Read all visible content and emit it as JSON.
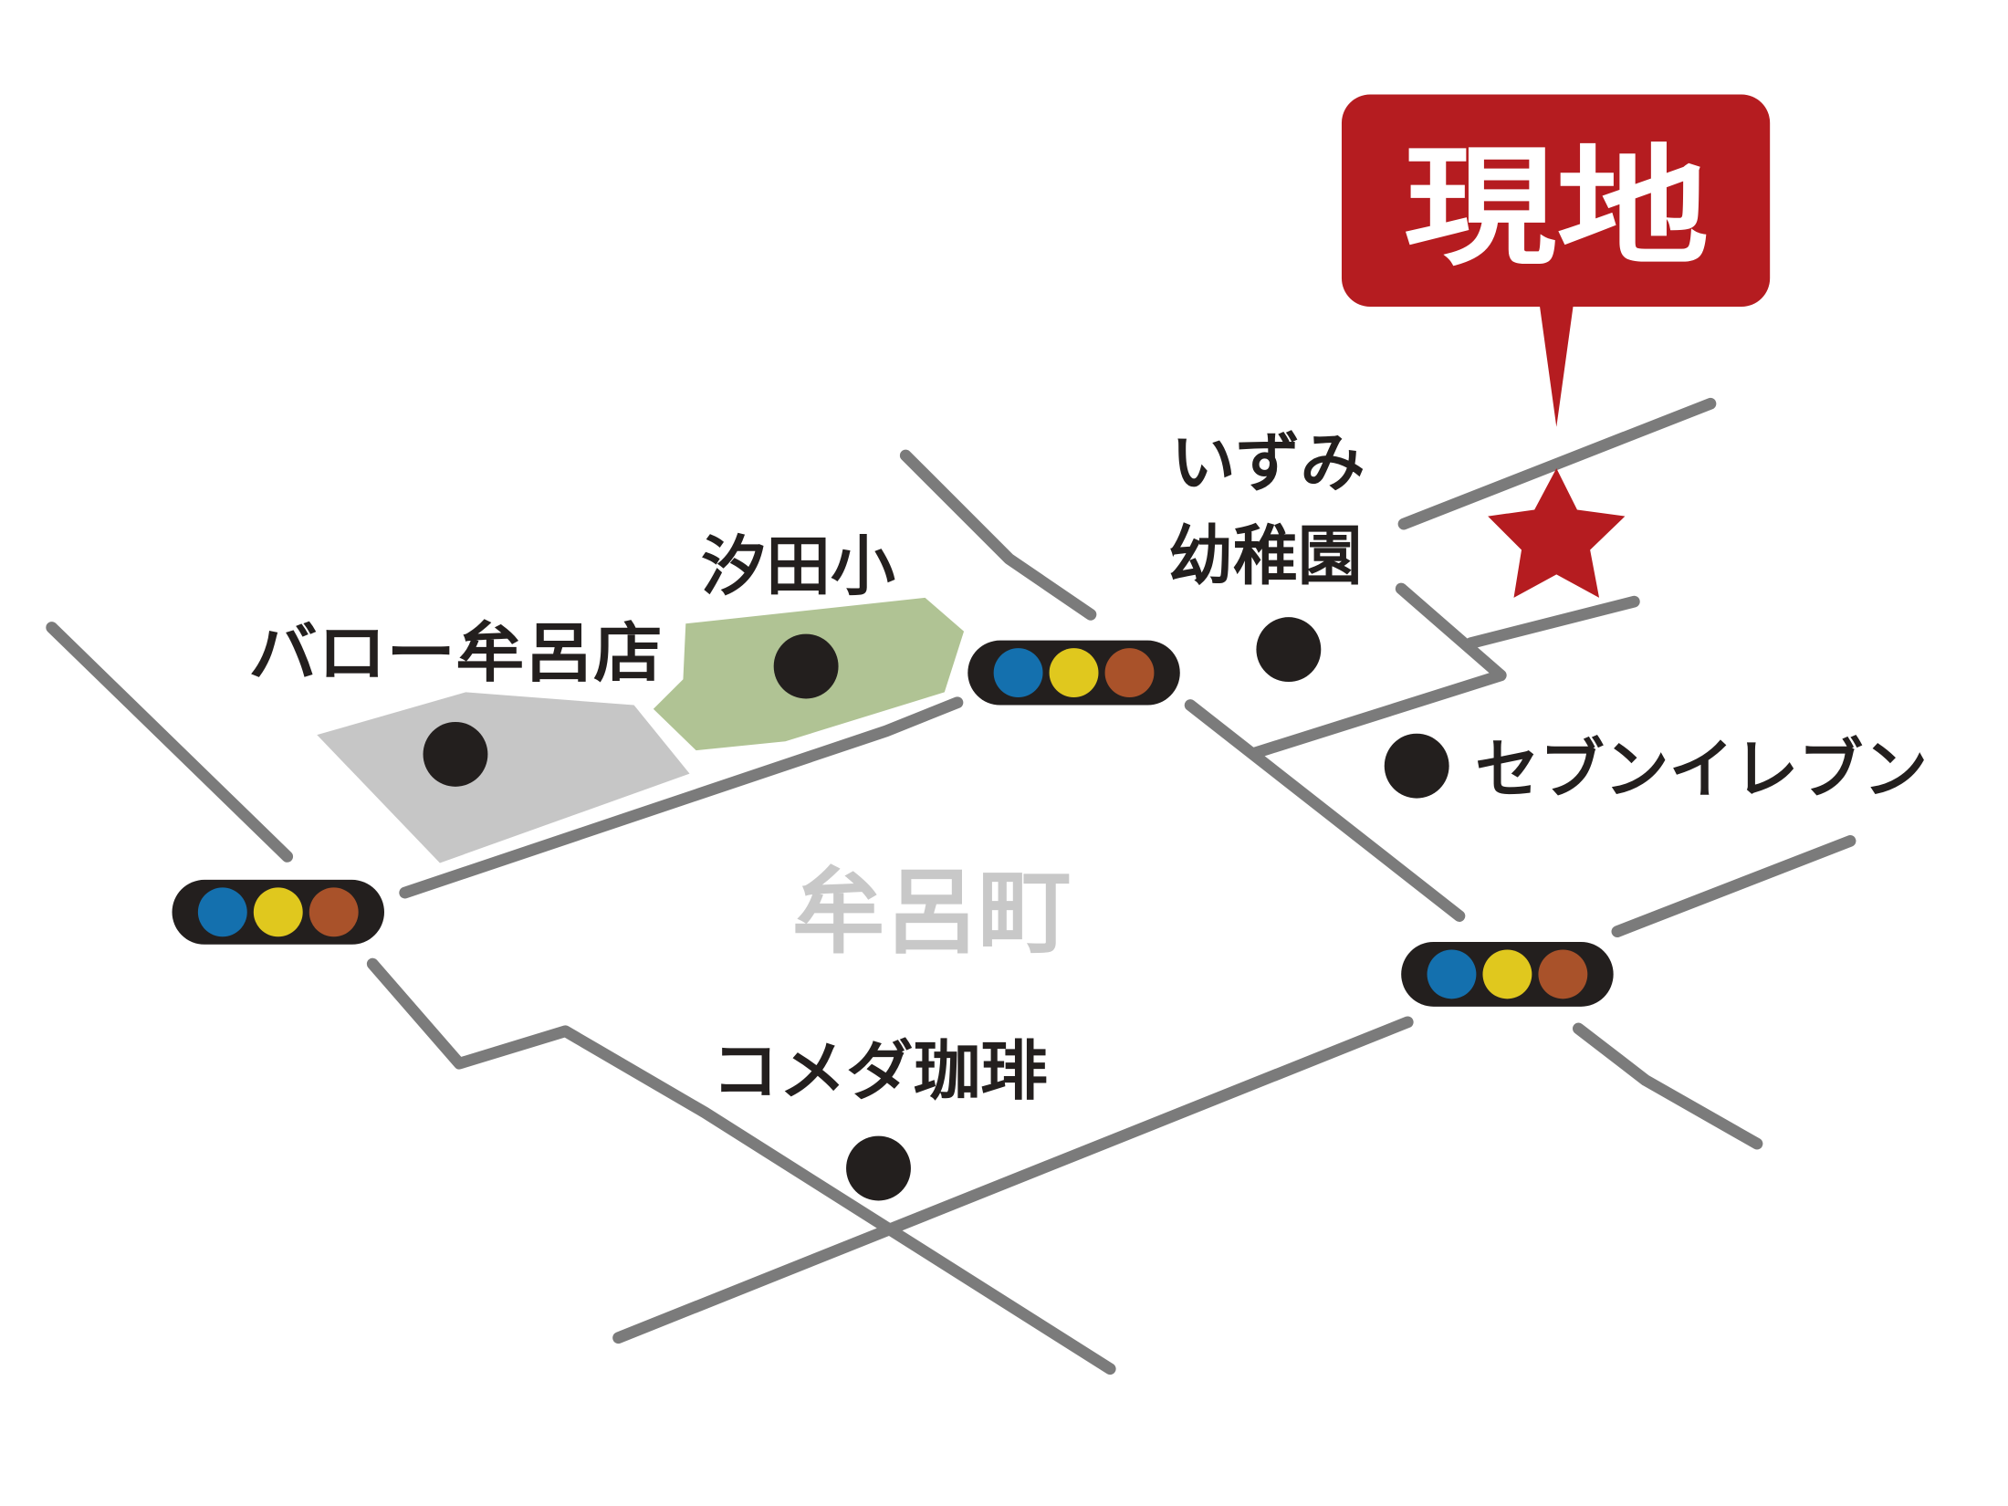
{
  "destination": {
    "label": "現地",
    "color": "#b51c20"
  },
  "area_name": "牟呂町",
  "landmarks": [
    {
      "name": "いずみ",
      "name2": "幼稚園"
    },
    {
      "name": "汐田小"
    },
    {
      "name": "バロー牟呂店"
    },
    {
      "name": "セブンイレブン"
    },
    {
      "name": "コメダ珈琲"
    }
  ],
  "traffic_light_colors": {
    "blue": "#1470ae",
    "yellow": "#e0c81e",
    "red": "#a9522a",
    "body": "#231f1e"
  },
  "colors": {
    "road": "#7b7b7b",
    "school_area": "#b0c394",
    "store_area": "#c6c6c6"
  }
}
